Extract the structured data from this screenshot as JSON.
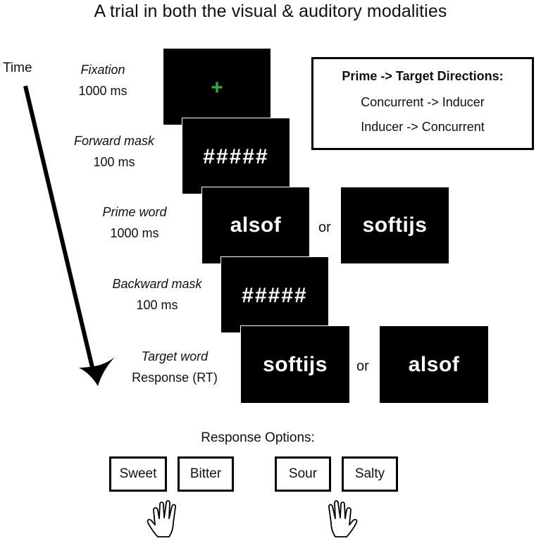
{
  "title": "A trial in both the visual & auditory modalities",
  "time_label": "Time",
  "steps": [
    {
      "name": "Fixation",
      "duration": "1000 ms"
    },
    {
      "name": "Forward mask",
      "duration": "100 ms"
    },
    {
      "name": "Prime word",
      "duration": "1000 ms"
    },
    {
      "name": "Backward mask",
      "duration": "100 ms"
    },
    {
      "name": "Target word",
      "duration": "Response (RT)"
    }
  ],
  "screens": {
    "fixation_symbol": "+",
    "forward_mask": "#####",
    "prime_word_1": "alsof",
    "prime_word_2": "softijs",
    "backward_mask": "#####",
    "target_word_1": "softijs",
    "target_word_2": "alsof",
    "or_label": "or"
  },
  "legend": {
    "heading": "Prime -> Target Directions:",
    "directions": [
      "Concurrent -> Inducer",
      "Inducer -> Concurrent"
    ]
  },
  "response": {
    "title": "Response Options:",
    "options": [
      "Sweet",
      "Bitter",
      "Sour",
      "Salty"
    ]
  },
  "colors": {
    "screen": "#000000",
    "fixation": "#3aa83a",
    "text": "#111111"
  },
  "icons": [
    "arrow-down-icon",
    "hand-icon"
  ]
}
